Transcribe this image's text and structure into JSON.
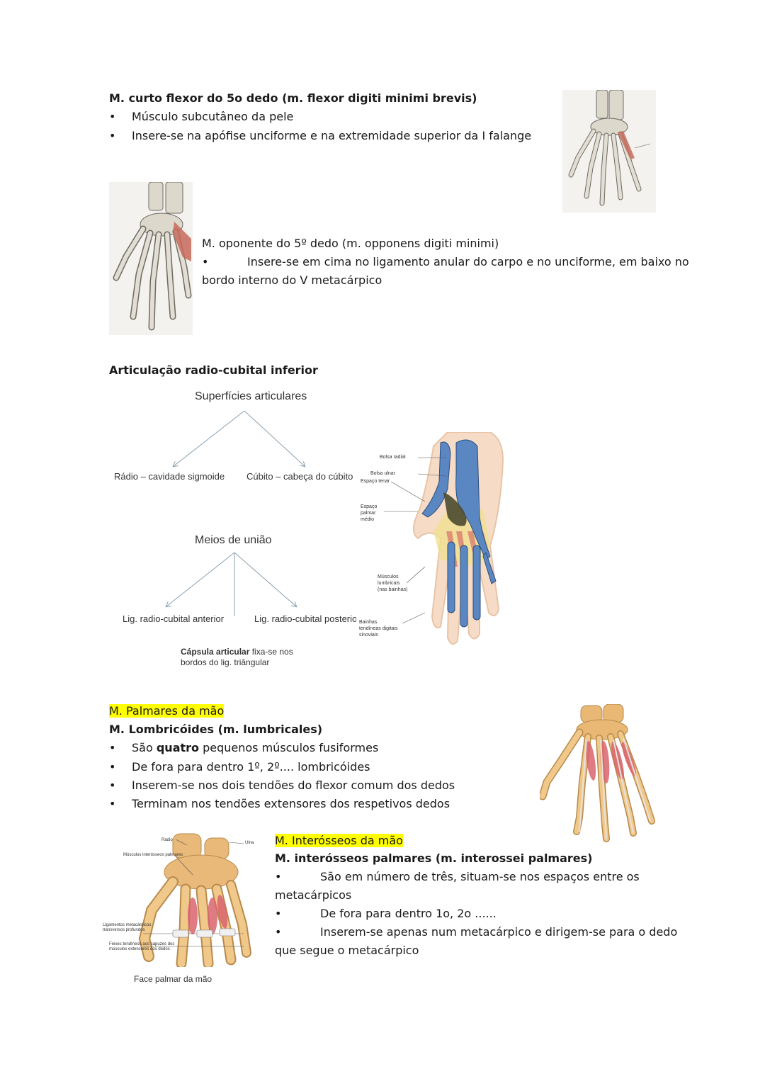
{
  "section1": {
    "title": "M. curto flexor do 5o dedo (m. flexor digiti minimi brevis)",
    "bullets": [
      "Músculo subcutâneo da pele",
      "Insere-se na apófise unciforme e na extremidade superior da I falange"
    ]
  },
  "section2": {
    "title": "M. oponente do 5º dedo (m. opponens digiti minimi)",
    "bullet_line1": "Insere-se em cima no ligamento anular do carpo e no unciforme, em baixo no",
    "bullet_line2": "bordo interno do V metacárpico"
  },
  "section3": {
    "title": "Articulação radio-cubital inferior",
    "diagram": {
      "top": "Superfícies articulares",
      "left": "Rádio – cavidade sigmoide",
      "right": "Cúbito – cabeça do cúbito",
      "mid": "Meios de união",
      "b_left": "Lig. radio-cubital anterior",
      "b_right": "Lig. radio-cubital posterior",
      "caps_bold": "Cápsula articular",
      "caps_rest": " fixa-se nos",
      "caps_line2": "bordos do lig. triângular"
    },
    "hand_labels": {
      "l1": "Bolsa radial",
      "l2": "Bolsa ulnar",
      "l3": "Espaço tenar",
      "l4a": "Espaço",
      "l4b": "palmar",
      "l4c": "médio",
      "l5a": "Músculos",
      "l5b": "lumbricais",
      "l5c": "(nas bainhas)",
      "l6a": "Bainhas",
      "l6b": "tendíneas digitais",
      "l6c": "sinoviais"
    }
  },
  "section4": {
    "highlight": "M. Palmares da mão",
    "title": "M. Lombricóides (m. lumbricales)",
    "b1_pre": "São ",
    "b1_bold": "quatro",
    "b1_post": " pequenos músculos fusiformes",
    "b2": "De fora para dentro 1º, 2º.... lombricóides",
    "b3": "Inserem-se nos dois tendões do flexor comum dos dedos",
    "b4": "Terminam nos tendões extensores dos respetivos dedos"
  },
  "section5": {
    "highlight": "M. Interósseos da mão",
    "title": "M. interósseos palmares (m. interossei palmares)",
    "b1_line1": "São em número de três, situam-se nos espaços entre os",
    "b1_line2": "metacárpicos",
    "b2": "De fora para dentro 1o, 2o ......",
    "b3_line1": "Inserem-se apenas num metacárpico e dirigem-se para o dedo",
    "b3_line2": "que segue o metacárpico",
    "figure_labels": {
      "radio": "Rádio",
      "ulna": "Ulna",
      "musc": "Músculos interósseos palmares",
      "lig1": "Ligamentos metacárpicos",
      "lig2": "transversos profundos",
      "feix1": "Feixes tendíneos aos capuzes dos",
      "feix2": "músculos extensores dos dedos",
      "caption": "Face palmar da mão"
    }
  },
  "bullet_char": "•"
}
